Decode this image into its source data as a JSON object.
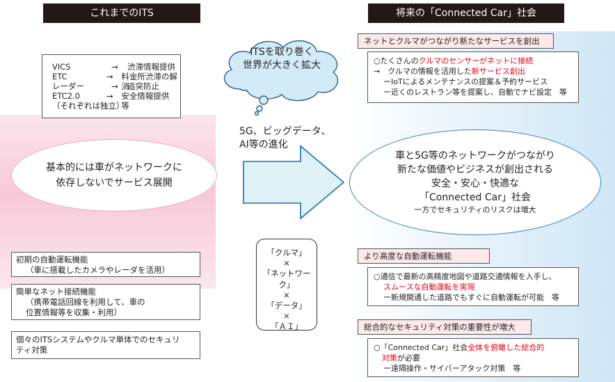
{
  "headers": {
    "left": "これまでのITS",
    "right": "将来の「Connected Car」社会"
  },
  "past_services": {
    "rows": [
      {
        "key": "VICS",
        "arrow": "→",
        "value": "渋滞情報提供"
      },
      {
        "key": "ETC",
        "arrow": "→",
        "value": "料金所渋滞の解消"
      },
      {
        "key": "レーダー",
        "arrow": "→",
        "value": "追突防止"
      },
      {
        "key": "ETC2.0",
        "arrow": "→",
        "value": "安全情報提供　等"
      }
    ],
    "note": "（それぞれは独立）"
  },
  "cloud": {
    "line1": "ITSを取り巻く",
    "line2": "世界が大きく拡大"
  },
  "progress": {
    "line1": "5G、ビッグデータ、",
    "line2": "AI等の進化"
  },
  "left_ellipse": {
    "line1": "基本的には車がネットワークに",
    "line2": "依存しないでサービス展開"
  },
  "right_ellipse": {
    "line1": "車と5G等のネットワークがつながり",
    "line2": "新たな価値やビジネスが創出される",
    "line3": "安全・安心・快適な",
    "line4": "「Connected Car」社会",
    "line5": "一方でセキュリティのリスクは増大"
  },
  "left_boxes": [
    {
      "line1": "初期の自動運転機能",
      "line2": "（車に搭載したカメラやレーダを活用）"
    },
    {
      "line1": "簡単なネット接続機能",
      "line2": "（携帯電話回線を利用して、車の",
      "line3": "位置情報等を収集・利用）"
    },
    {
      "line1": "個々のITSシステムやクルマ単体でのセキュリ",
      "line2": "ティ対策"
    }
  ],
  "center_box": {
    "items": [
      "「クルマ」",
      "×",
      "「ネットワーク」",
      "×",
      "「データ」",
      "×",
      "「ＡＩ」"
    ]
  },
  "right_panels": {
    "p1": {
      "title": "ネットとクルマがつながり新たなサービスを創出",
      "l1_a": "○たくさんの",
      "l1_b": "クルマのセンサーがネットに接続",
      "l2_a": "→　クルマの情報を活用した",
      "l2_b": "新サービス創出",
      "l3": "ーIoTによるメンテナンスの提案＆予約サービス",
      "l4": "ー近くのレストラン等を提案し、自動でナビ設定　等"
    },
    "p2": {
      "title": "より高度な自動運転機能",
      "l1": "○通信で最新の高精度地図や道路交通情報を入手し、",
      "l2": "スムースな自動運転を実現",
      "l3": "ー新規開通した道路でもすぐに自動運転が可能　等"
    },
    "p3": {
      "title": "総合的なセキュリティ対策の重要性が増大",
      "l1_a": "○「Connected Car」社会",
      "l1_b": "全体を俯瞰した総合的",
      "l2_a": "対策",
      "l2_b": "が必要",
      "l3": "ー遠隔操作・サイバーアタック対策　等"
    }
  },
  "colors": {
    "header_bg": "#231815",
    "accent_red": "#e60012",
    "pink_bg": "#f7c9d9",
    "blue_bg": "#cfe6f5",
    "arrow_fill": "#dff1f7",
    "arrow_stroke": "#1b6fa8",
    "cloud_fill": "#d3ebf7",
    "ellipse_left_border": "#e9a9c2",
    "ellipse_right_border": "#3f7fb6"
  }
}
